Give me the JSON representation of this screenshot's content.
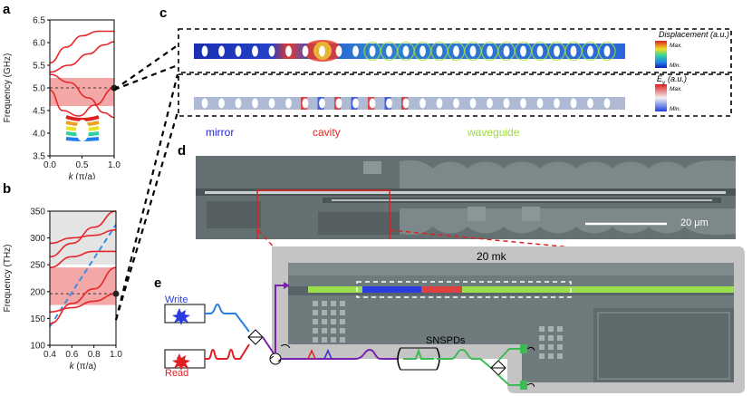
{
  "panels": {
    "a": "a",
    "b": "b",
    "c": "c",
    "d": "d",
    "e": "e"
  },
  "colors": {
    "band_red": "#f08a8a",
    "curve_red": "#e8262a",
    "dash_blue": "#3a8fe0",
    "sem_grey": "#7f8a8c",
    "highlight_green": "#9be04c",
    "highlight_blue": "#2a3be0",
    "highlight_red": "#e04040"
  },
  "chart_data": [
    {
      "type": "line",
      "panel": "a",
      "xlabel": "k (π/a)",
      "ylabel": "Frequency (GHz)",
      "xlim": [
        0,
        1
      ],
      "ylim": [
        3.5,
        6.5
      ],
      "xticks": [
        "0.0",
        "0.5",
        "1.0"
      ],
      "yticks": [
        "3.5",
        "4.0",
        "4.5",
        "5.0",
        "5.5",
        "6.0",
        "6.5"
      ],
      "bandgap": [
        4.6,
        5.22
      ],
      "hline": 5.0,
      "marker": [
        1.0,
        5.0
      ],
      "series": [
        {
          "values": [
            [
              0,
              5.55
            ],
            [
              0.25,
              5.9
            ],
            [
              0.5,
              6.15
            ],
            [
              0.75,
              6.25
            ],
            [
              1,
              6.25
            ]
          ]
        },
        {
          "values": [
            [
              0,
              5.35
            ],
            [
              0.3,
              5.5
            ],
            [
              0.6,
              5.75
            ],
            [
              0.85,
              5.95
            ],
            [
              1,
              6.02
            ]
          ]
        },
        {
          "values": [
            [
              0,
              5.3
            ],
            [
              0.3,
              5.12
            ],
            [
              0.6,
              4.78
            ],
            [
              0.85,
              4.45
            ],
            [
              1,
              4.35
            ]
          ]
        },
        {
          "values": [
            [
              0,
              4.95
            ],
            [
              0.2,
              4.5
            ],
            [
              0.45,
              4.38
            ],
            [
              0.7,
              4.62
            ],
            [
              1,
              5.0
            ]
          ]
        }
      ]
    },
    {
      "type": "line",
      "panel": "b",
      "xlabel": "k (π/a)",
      "ylabel": "Frequency (THz)",
      "xlim": [
        0.4,
        1.0
      ],
      "ylim": [
        100,
        350
      ],
      "xticks": [
        "0.4",
        "0.6",
        "0.8",
        "1.0"
      ],
      "yticks": [
        "100",
        "150",
        "200",
        "250",
        "300",
        "350"
      ],
      "bandgap": [
        175,
        245
      ],
      "hline": 196,
      "marker": [
        1.0,
        196
      ],
      "lightline": [
        [
          0.4,
          135
        ],
        [
          1.0,
          325
        ]
      ],
      "series": [
        {
          "values": [
            [
              0.4,
              265
            ],
            [
              0.6,
              290
            ],
            [
              0.8,
              320
            ],
            [
              1.0,
              350
            ]
          ]
        },
        {
          "values": [
            [
              0.4,
              290
            ],
            [
              0.6,
              300
            ],
            [
              0.8,
              305
            ],
            [
              1.0,
              315
            ]
          ]
        },
        {
          "values": [
            [
              0.4,
              245
            ],
            [
              0.6,
              265
            ],
            [
              0.8,
              275
            ],
            [
              1.0,
              275
            ]
          ]
        },
        {
          "values": [
            [
              0.4,
              140
            ],
            [
              0.6,
              178
            ],
            [
              0.8,
              205
            ],
            [
              1.0,
              245
            ]
          ]
        },
        {
          "values": [
            [
              0.4,
              162
            ],
            [
              0.6,
              170
            ],
            [
              0.8,
              182
            ],
            [
              1.0,
              196
            ]
          ]
        }
      ]
    }
  ],
  "panel_c": {
    "displacement_label": "Displacement (a.u.)",
    "ey_label": "E",
    "ey_sub": "y",
    "ey_unit": "(a.u.)",
    "max": "Max.",
    "min": "Min.",
    "regions": {
      "mirror": "mirror",
      "cavity": "cavity",
      "waveguide": "waveguide"
    },
    "region_colors": {
      "mirror": "#2222dd",
      "cavity": "#dd2222",
      "waveguide": "#99dd33"
    }
  },
  "panel_d": {
    "scalebar": "20 μm",
    "temperature": "20 mk"
  },
  "panel_e": {
    "write": "Write",
    "read": "Read",
    "detector": "SNSPDs"
  }
}
